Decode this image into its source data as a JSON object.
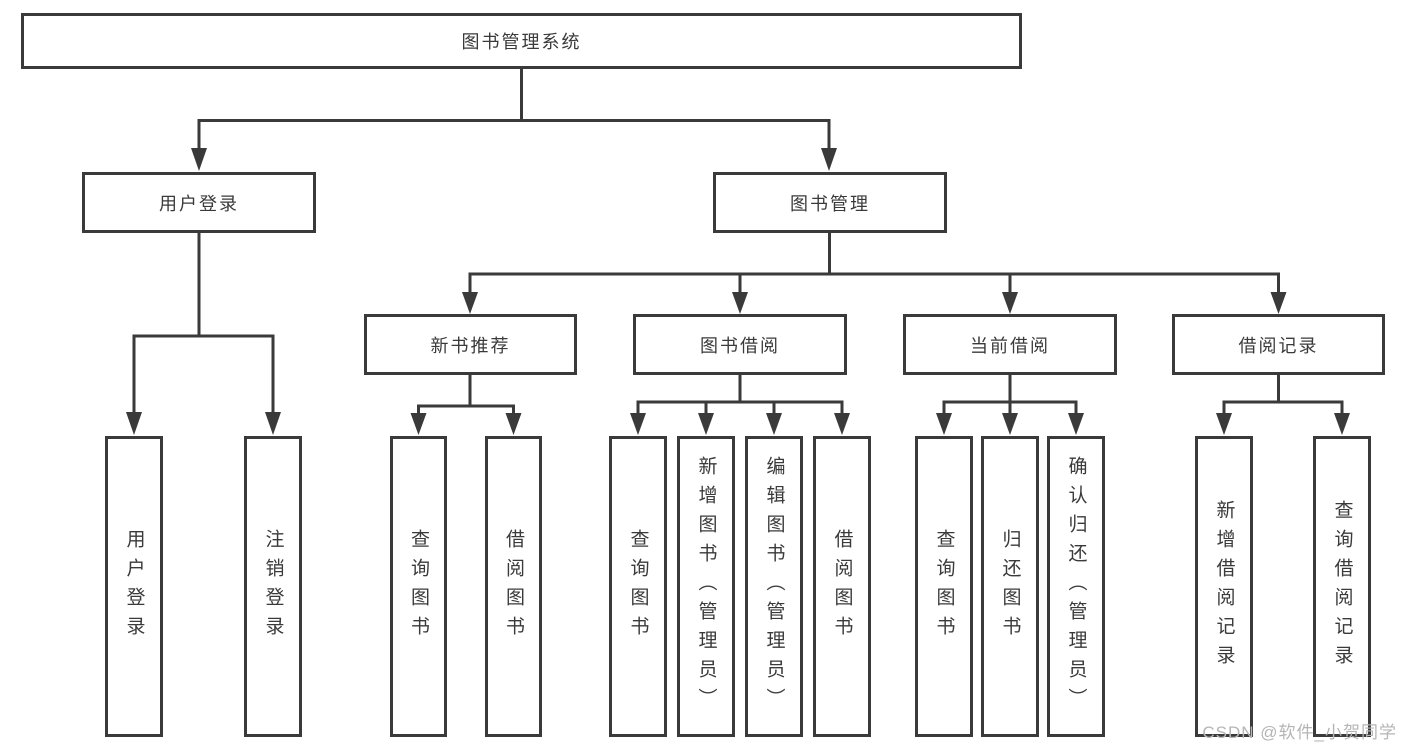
{
  "tree": {
    "root": {
      "label": "图书管理系统",
      "children": [
        {
          "label": "用户登录",
          "children": [
            {
              "label": "用户登录"
            },
            {
              "label": "注销登录"
            }
          ]
        },
        {
          "label": "图书管理",
          "children": [
            {
              "label": "新书推荐",
              "children": [
                {
                  "label": "查询图书"
                },
                {
                  "label": "借阅图书"
                }
              ]
            },
            {
              "label": "图书借阅",
              "children": [
                {
                  "label": "查询图书"
                },
                {
                  "label": "新增图书（管理员）"
                },
                {
                  "label": "编辑图书（管理员）"
                },
                {
                  "label": "借阅图书"
                }
              ]
            },
            {
              "label": "当前借阅",
              "children": [
                {
                  "label": "查询图书"
                },
                {
                  "label": "归还图书"
                },
                {
                  "label": "确认归还（管理员）"
                }
              ]
            },
            {
              "label": "借阅记录",
              "children": [
                {
                  "label": "新增借阅记录"
                },
                {
                  "label": "查询借阅记录"
                }
              ]
            }
          ]
        }
      ]
    }
  },
  "watermark": {
    "text": "CSDN @软件_小贺同学"
  },
  "colors": {
    "line": "#3a3a3a",
    "box_border": "#3a3a3a",
    "text": "#3a3a3a",
    "background": "#ffffff",
    "watermark": "#b5b5b5"
  }
}
